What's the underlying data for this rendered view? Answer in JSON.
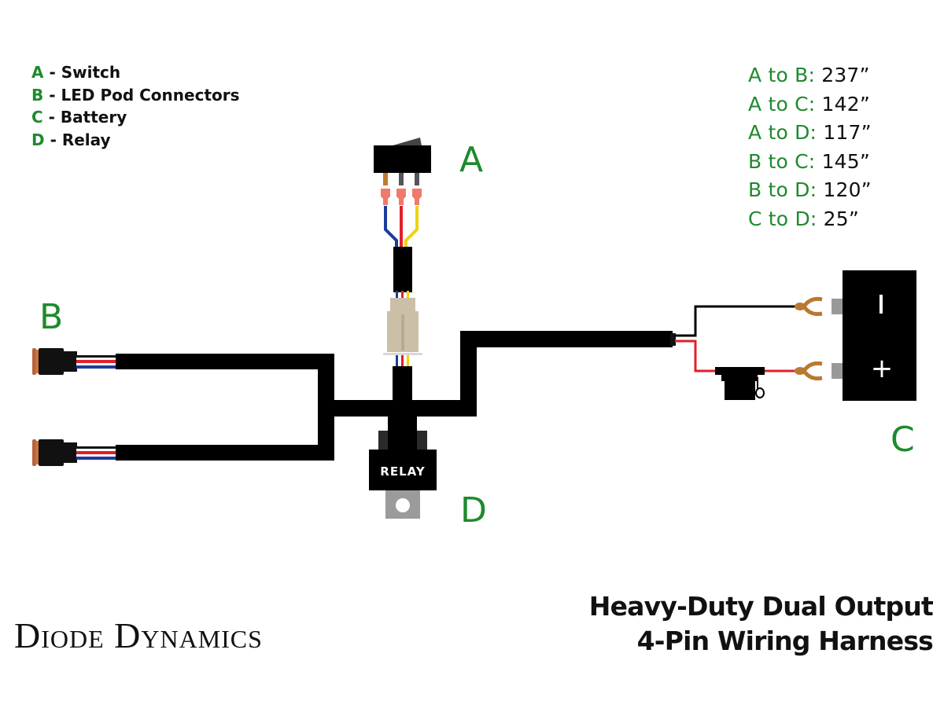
{
  "legend": {
    "items": [
      {
        "key": "A",
        "label": " - Switch"
      },
      {
        "key": "B",
        "label": " - LED Pod Connectors"
      },
      {
        "key": "C",
        "label": " - Battery"
      },
      {
        "key": "D",
        "label": " - Relay"
      }
    ]
  },
  "dimensions": {
    "items": [
      {
        "pair": "A to B:",
        "length": " 237”"
      },
      {
        "pair": "A to C:",
        "length": " 142”"
      },
      {
        "pair": "A to D:",
        "length": " 117”"
      },
      {
        "pair": "B to C:",
        "length": " 145”"
      },
      {
        "pair": "B to D:",
        "length": " 120”"
      },
      {
        "pair": "C to D:",
        "length": " 25”"
      }
    ]
  },
  "component_labels": {
    "switch": "A",
    "led_pods": "B",
    "battery": "C",
    "relay": "D"
  },
  "relay": {
    "text": "RELAY"
  },
  "battery": {
    "negative_symbol": "–",
    "positive_symbol": "+"
  },
  "brand": {
    "name": "Diode Dynamics"
  },
  "title": {
    "line1": "Heavy-Duty Dual Output",
    "line2": "4-Pin Wiring Harness"
  },
  "colors": {
    "accent_green": "#1e8a2e",
    "harness_black": "#000000",
    "wire_red": "#e0202a",
    "wire_blue": "#1c3c9c",
    "wire_yellow": "#f2d20c",
    "terminal_pink": "#f07a6a",
    "ring_terminal_brass": "#b87a30",
    "connector_tan": "#cbbfa8",
    "metal_gray": "#999999"
  }
}
